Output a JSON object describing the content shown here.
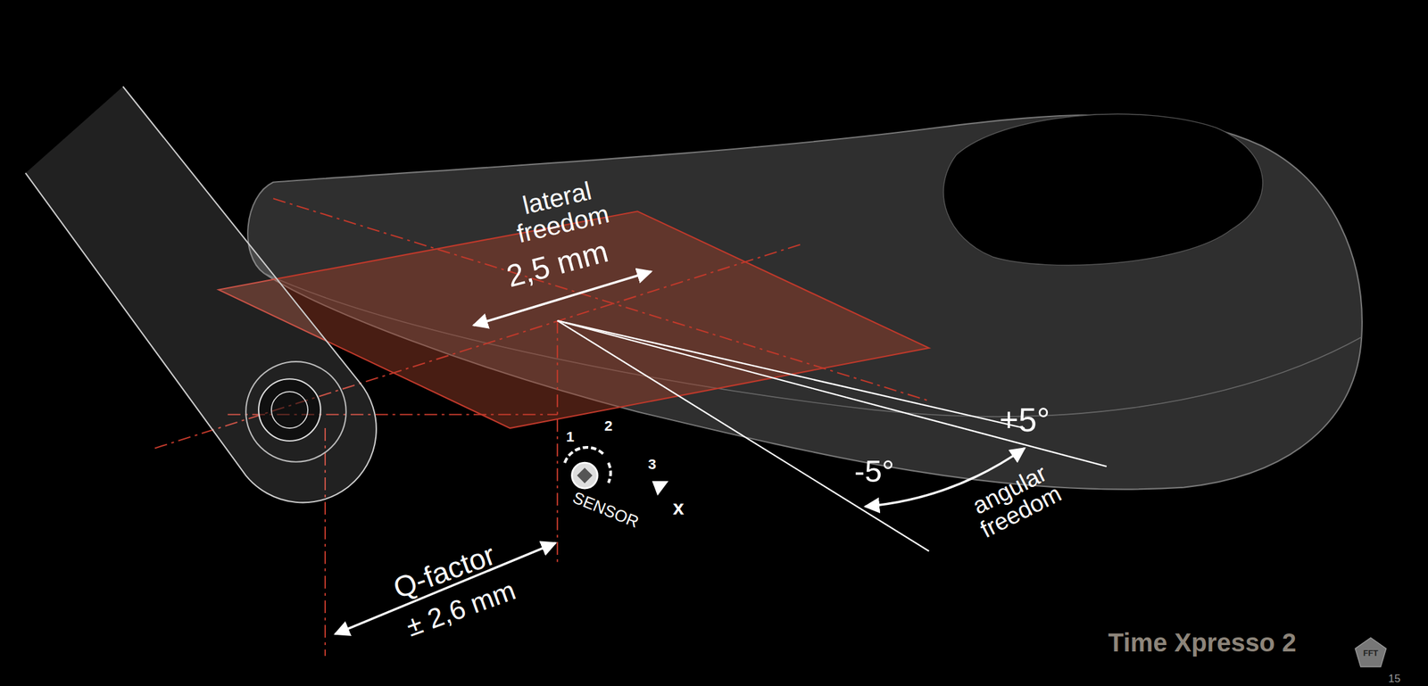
{
  "diagram": {
    "labels": [
      "lateral freedom",
      "2,5 mm",
      "1",
      "2",
      "3",
      "SENSOR",
      "x",
      "+5°",
      "-5°",
      "angular freedom",
      "Q-factor",
      "± 2,6 mm",
      "Time Xpresso 2",
      "FFT",
      "15"
    ]
  }
}
